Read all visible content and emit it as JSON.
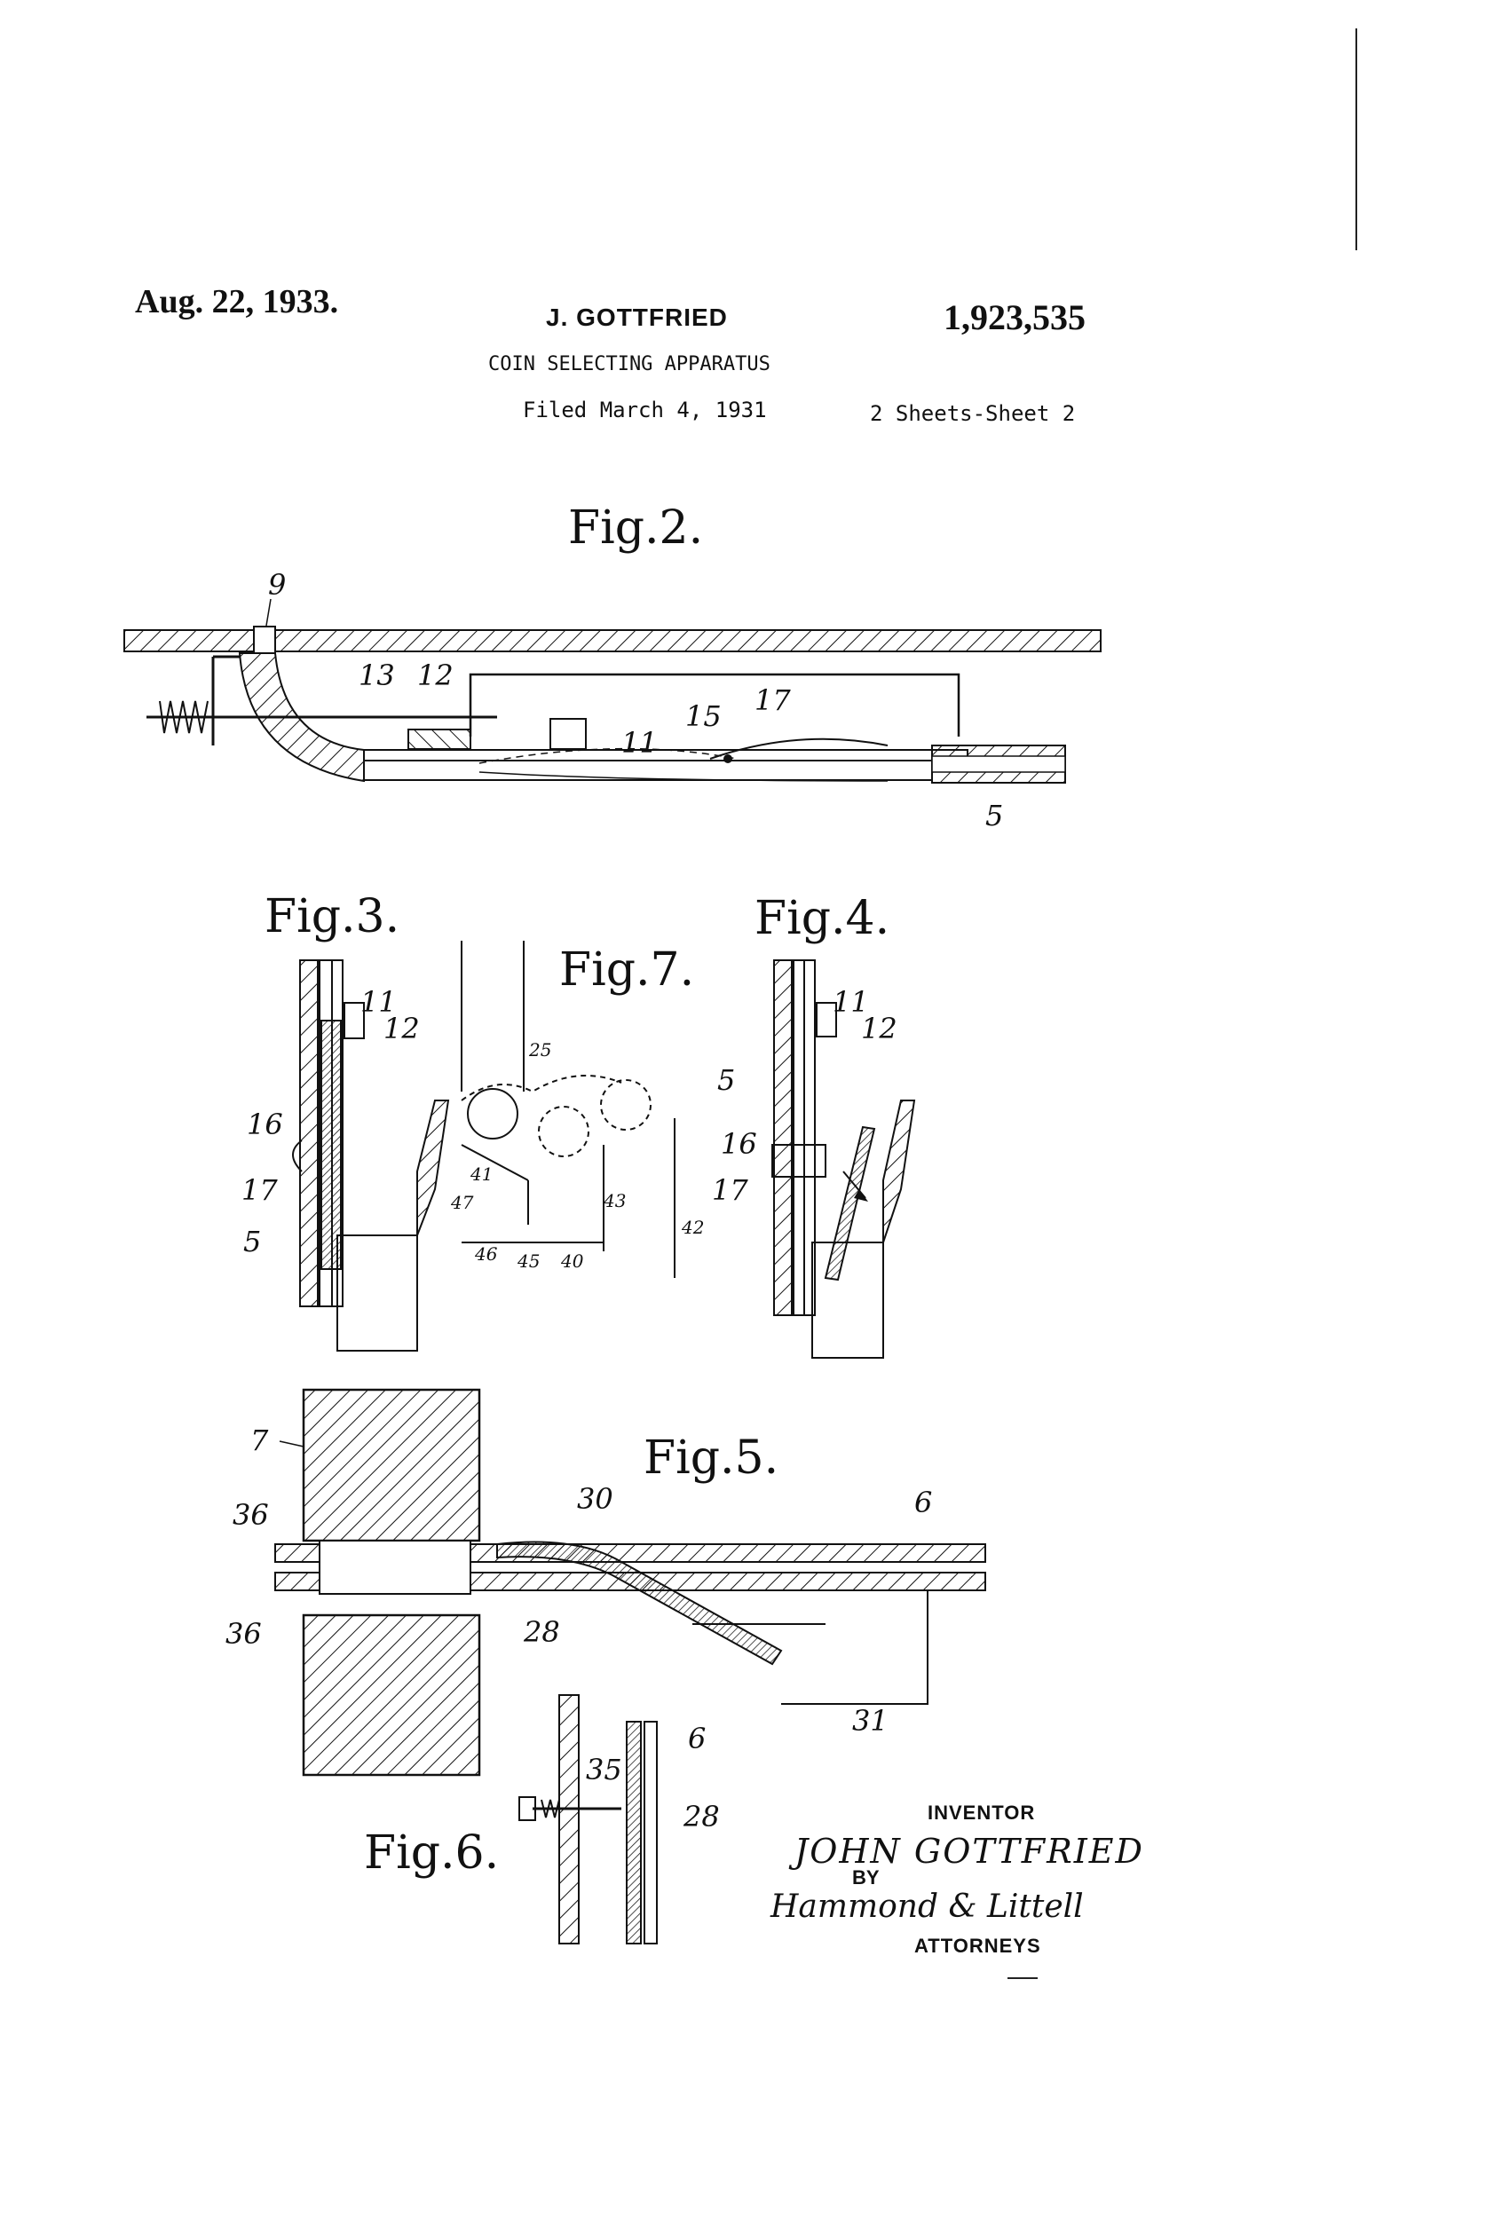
{
  "header": {
    "date": "Aug. 22, 1933.",
    "inventor": "J. GOTTFRIED",
    "patent_number": "1,923,535",
    "title": "COIN SELECTING APPARATUS",
    "filed": "Filed March 4, 1931",
    "sheets": "2 Sheets-Sheet 2"
  },
  "figures": {
    "fig2": {
      "label": "Fig.2.",
      "refs": [
        "9",
        "13",
        "12",
        "11",
        "15",
        "17",
        "5"
      ]
    },
    "fig3": {
      "label": "Fig.3.",
      "refs": [
        "11",
        "12",
        "16",
        "17",
        "5"
      ]
    },
    "fig4": {
      "label": "Fig.4.",
      "refs": [
        "11",
        "12",
        "5",
        "16",
        "17"
      ]
    },
    "fig7": {
      "label": "Fig.7.",
      "refs": [
        "25",
        "41",
        "47",
        "43",
        "42",
        "46",
        "45",
        "40"
      ]
    },
    "fig5": {
      "label": "Fig.5.",
      "refs": [
        "7",
        "36",
        "30",
        "6",
        "36",
        "28",
        "31"
      ]
    },
    "fig6": {
      "label": "Fig.6.",
      "refs": [
        "35",
        "6",
        "28"
      ]
    }
  },
  "signature": {
    "inventor_caption": "INVENTOR",
    "inventor_name": "JOHN GOTTFRIED",
    "by": "BY",
    "attorney_signature": "Hammond & Littell",
    "attorneys_caption": "ATTORNEYS"
  }
}
